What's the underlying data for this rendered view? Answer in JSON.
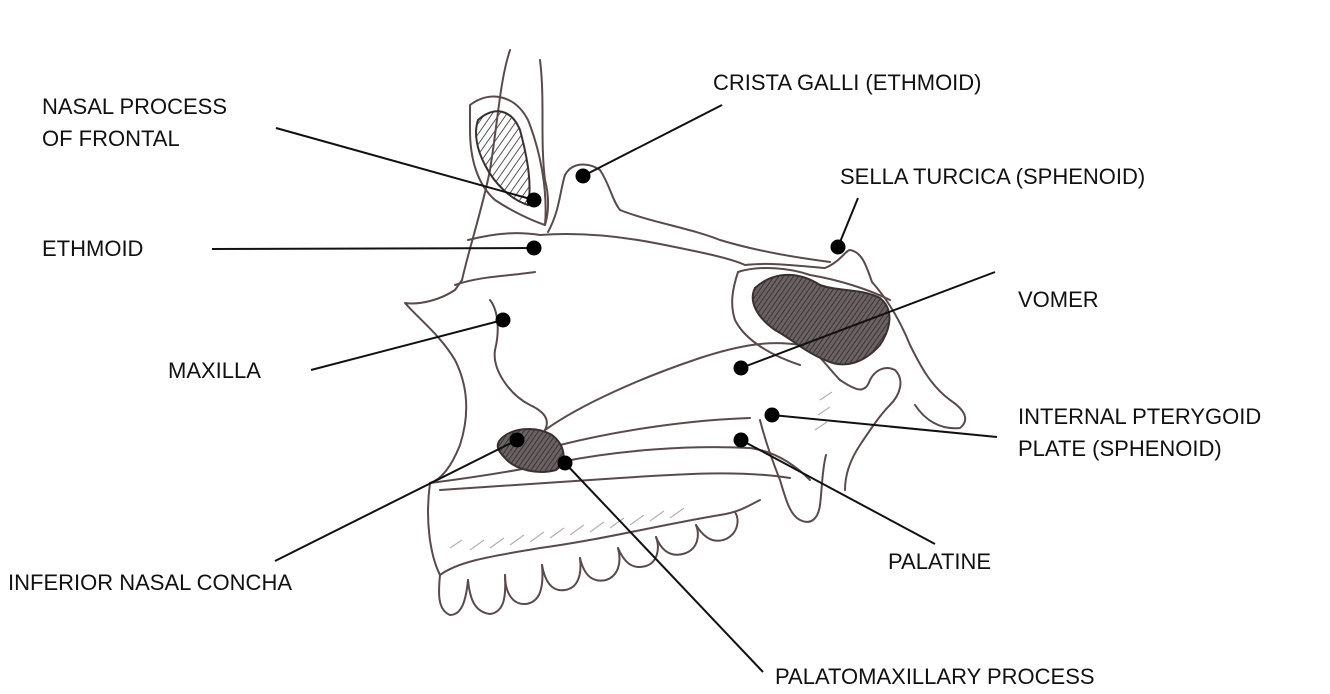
{
  "labels": {
    "nasal_process_line1": "NASAL PROCESS",
    "nasal_process_line2": "OF FRONTAL",
    "crista_galli": "CRISTA  GALLI  (ETHMOID)",
    "sella_turcica": "SELLA TURCICA  (SPHENOID)",
    "ethmoid": "ETHMOID",
    "vomer": "VOMER",
    "maxilla": "MAXILLA",
    "internal_pterygoid_line1": "INTERNAL PTERYGOID",
    "internal_pterygoid_line2": "PLATE  (SPHENOID)",
    "palatine": "PALATINE",
    "inferior_nasal_concha": "INFERIOR NASAL CONCHA",
    "palatomaxillary_process": "PALATOMAXILLARY PROCESS"
  },
  "colors": {
    "outline": "#5a4a4a",
    "shading": "#3a3030",
    "leader": "#111111",
    "marker": "#000000"
  }
}
